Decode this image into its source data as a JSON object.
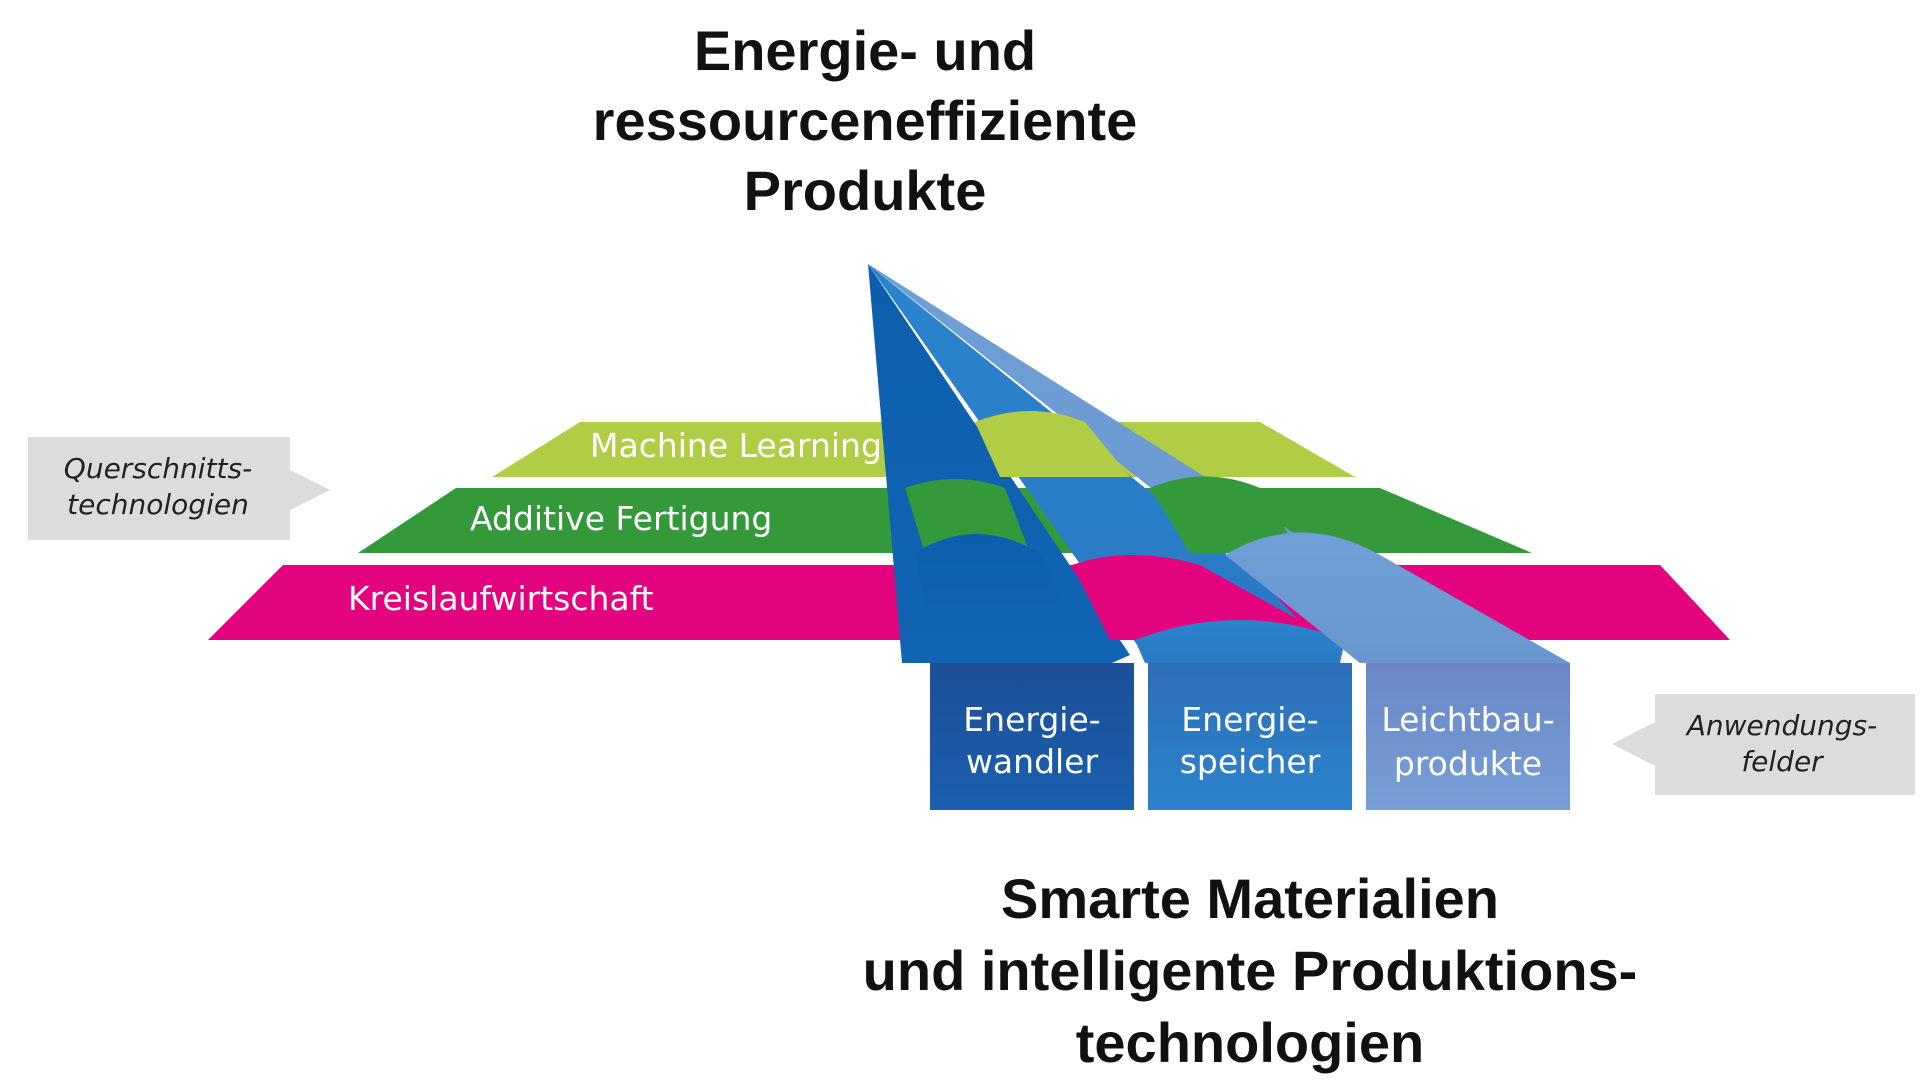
{
  "title_top": [
    "Energie- und",
    "ressourceneffiziente",
    "Produkte"
  ],
  "title_bottom": [
    "Smarte Materialien",
    "und intelligente Produktions-",
    "technologien"
  ],
  "side_labels": {
    "left": [
      "Querschnitts-",
      "technologien"
    ],
    "right": [
      "Anwendungs-",
      "felder"
    ]
  },
  "layers": [
    {
      "label": "Machine Learning",
      "color": "#b1cc45"
    },
    {
      "label": "Additive Fertigung",
      "color": "#34993a"
    },
    {
      "label": "Kreislaufwirtschaft",
      "color": "#e3037f"
    }
  ],
  "fields": [
    {
      "lines": [
        "Energie-",
        "wandler"
      ],
      "color": "#1a56a3"
    },
    {
      "lines": [
        "Energie-",
        "speicher"
      ],
      "color": "#2b7fc7"
    },
    {
      "lines": [
        "Leichtbau-",
        "produkte"
      ],
      "color": "#6e9bd3"
    }
  ],
  "colors": {
    "callout_gray": "#dcdcdc",
    "text_dark": "#111111"
  }
}
